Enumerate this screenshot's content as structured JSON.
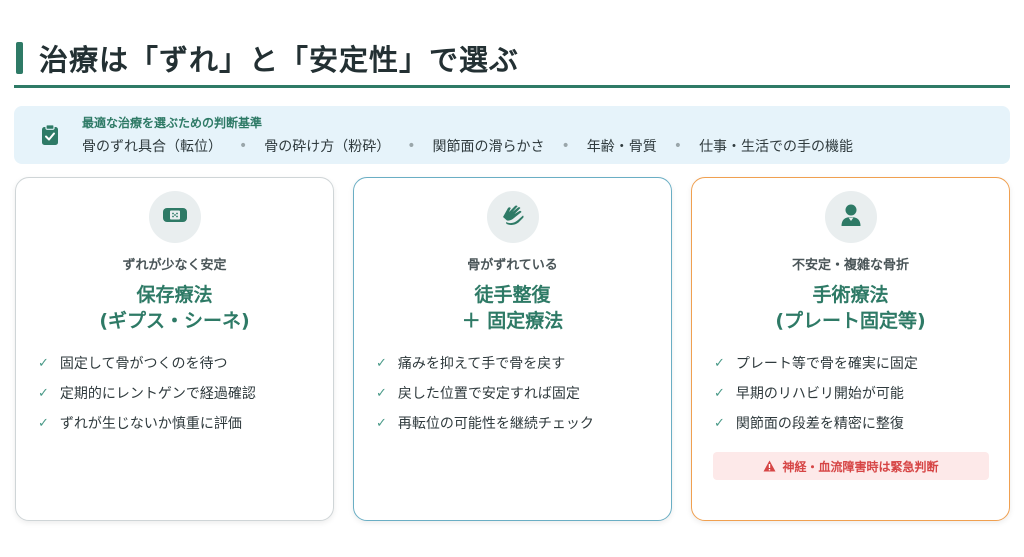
{
  "page": {
    "title": "治療は「ずれ」と「安定性」で選ぶ"
  },
  "criteria": {
    "label": "最適な治療を選ぶための判断基準",
    "icon": "clipboard-check-icon",
    "items": [
      "骨のずれ具合（転位）",
      "骨の砕け方（粉砕）",
      "関節面の滑らかさ",
      "年齢・骨質",
      "仕事・生活での手の機能"
    ],
    "separator": "•"
  },
  "cards": [
    {
      "icon": "bandage-icon",
      "subtitle": "ずれが少なく安定",
      "title_line1": "保存療法",
      "title_line2": "(ギプス・シーネ)",
      "items": [
        "固定して骨がつくのを待つ",
        "定期的にレントゲンで経過確認",
        "ずれが生じないか慎重に評価"
      ]
    },
    {
      "icon": "hands-icon",
      "subtitle": "骨がずれている",
      "title_line1": "徒手整復",
      "title_line2": "＋ 固定療法",
      "items": [
        "痛みを抑えて手で骨を戻す",
        "戻した位置で安定すれば固定",
        "再転位の可能性を継続チェック"
      ]
    },
    {
      "icon": "surgeon-icon",
      "subtitle": "不安定・複雑な骨折",
      "title_line1": "手術療法",
      "title_line2": "(プレート固定等)",
      "items": [
        "プレート等で骨を確実に固定",
        "早期のリハビリ開始が可能",
        "関節面の段差を精密に整復"
      ],
      "alert": "神経・血流障害時は緊急判断"
    }
  ],
  "colors": {
    "accent": "#2e7a66",
    "criteria_bg": "#e6f3fa",
    "card1_border": "#cfd5d7",
    "card2_border": "#6aaec4",
    "card3_border": "#f0a050",
    "alert_bg": "#fde9e9",
    "alert_text": "#d64545"
  }
}
